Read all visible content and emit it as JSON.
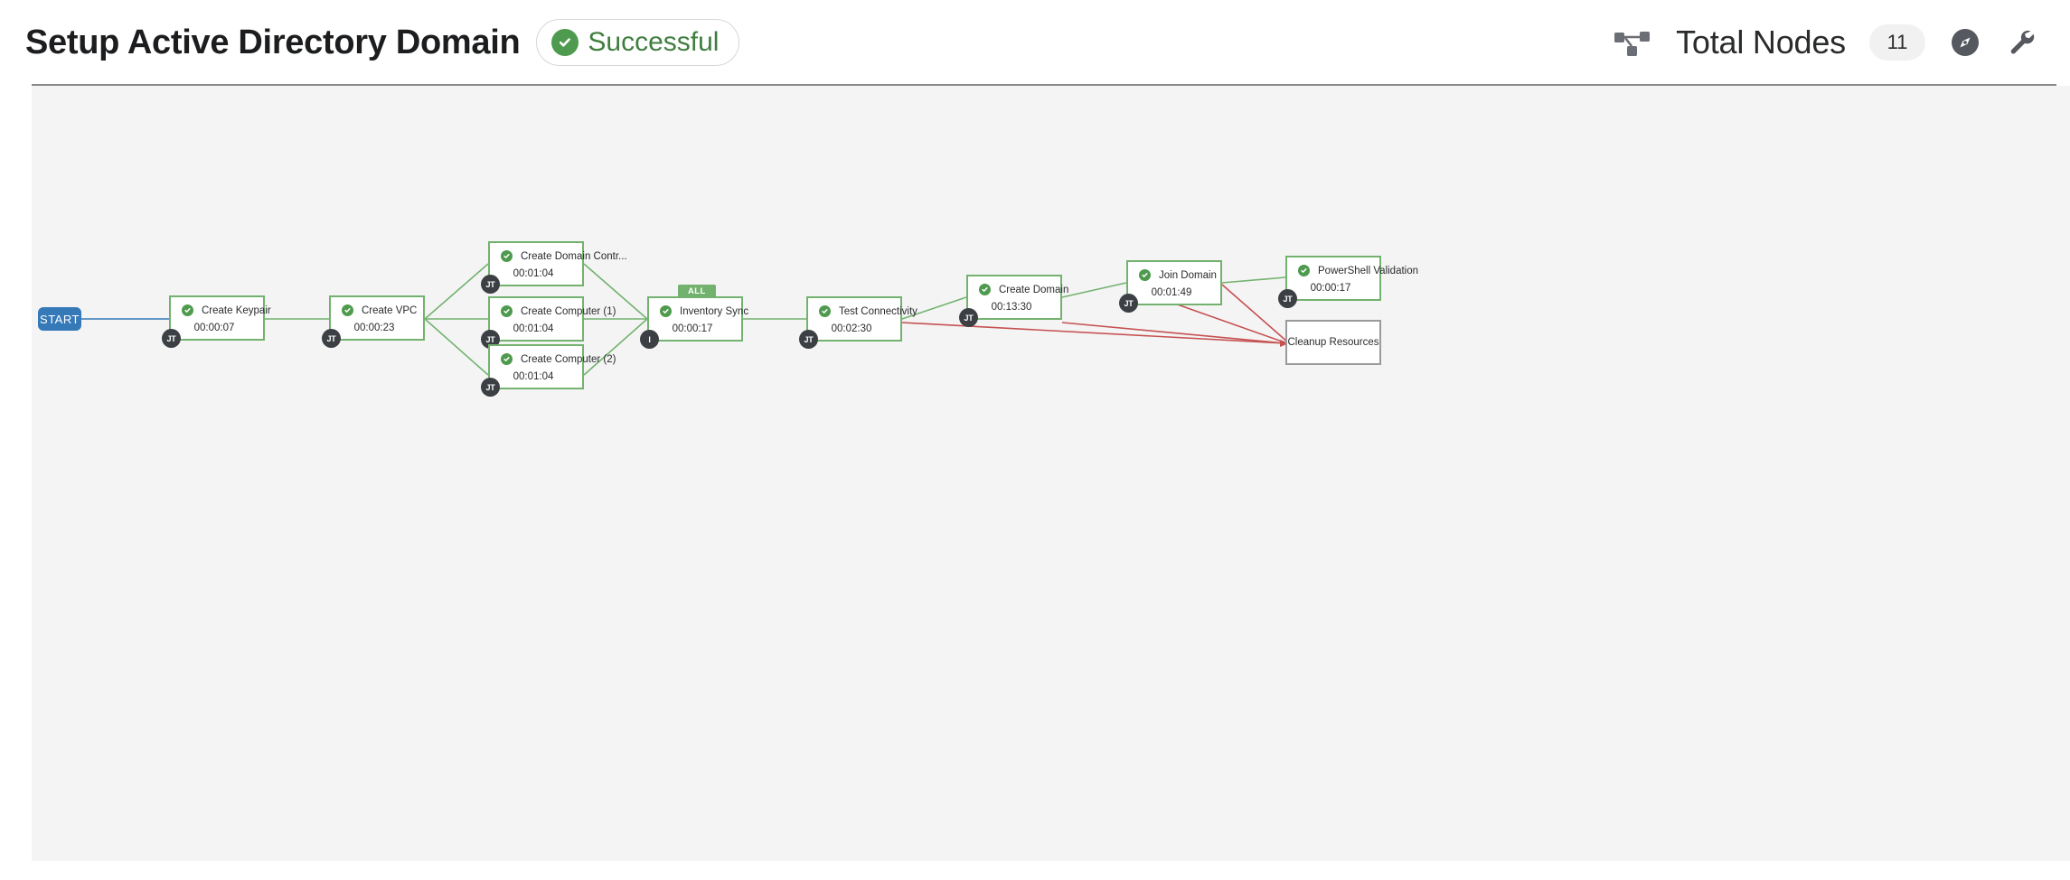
{
  "header": {
    "title": "Setup Active Directory Domain",
    "status": {
      "label": "Successful",
      "icon": "check-circle-icon",
      "color": "#3f7e3f"
    },
    "nodes_icon": "node-tree-icon",
    "total_nodes_label": "Total Nodes",
    "total_nodes_count": "11",
    "compass_icon": "compass-icon",
    "wrench_icon": "wrench-icon"
  },
  "canvas": {
    "background": "#f4f4f5",
    "start_label": "START",
    "start_color": "#3579b8",
    "success_color": "#73b26e",
    "failed_color": "#c65151",
    "skipped_color": "#9a9a9d",
    "badge_color": "#3c3f43"
  },
  "graph": {
    "nodes": [
      {
        "id": "start",
        "label": "START",
        "time": "",
        "kind": "start",
        "badge": "",
        "all_badge": ""
      },
      {
        "id": "keypair",
        "label": "Create Keypair",
        "time": "00:00:07",
        "kind": "success",
        "badge": "JT",
        "all_badge": ""
      },
      {
        "id": "vpc",
        "label": "Create VPC",
        "time": "00:00:23",
        "kind": "success",
        "badge": "JT",
        "all_badge": ""
      },
      {
        "id": "dc",
        "label": "Create Domain Contr...",
        "time": "00:01:04",
        "kind": "success",
        "badge": "JT",
        "all_badge": ""
      },
      {
        "id": "comp1",
        "label": "Create Computer (1)",
        "time": "00:01:04",
        "kind": "success",
        "badge": "JT",
        "all_badge": ""
      },
      {
        "id": "comp2",
        "label": "Create Computer (2)",
        "time": "00:01:04",
        "kind": "success",
        "badge": "JT",
        "all_badge": ""
      },
      {
        "id": "inventory",
        "label": "Inventory Sync",
        "time": "00:00:17",
        "kind": "success",
        "badge": "I",
        "all_badge": "ALL"
      },
      {
        "id": "testconn",
        "label": "Test Connectivity",
        "time": "00:02:30",
        "kind": "success",
        "badge": "JT",
        "all_badge": ""
      },
      {
        "id": "createdom",
        "label": "Create Domain",
        "time": "00:13:30",
        "kind": "success",
        "badge": "JT",
        "all_badge": ""
      },
      {
        "id": "joindom",
        "label": "Join Domain",
        "time": "00:01:49",
        "kind": "success",
        "badge": "JT",
        "all_badge": ""
      },
      {
        "id": "psval",
        "label": "PowerShell Validation",
        "time": "00:00:17",
        "kind": "success",
        "badge": "JT",
        "all_badge": ""
      },
      {
        "id": "cleanup",
        "label": "Cleanup Resources",
        "time": "",
        "kind": "skipped",
        "badge": "",
        "all_badge": ""
      }
    ]
  }
}
